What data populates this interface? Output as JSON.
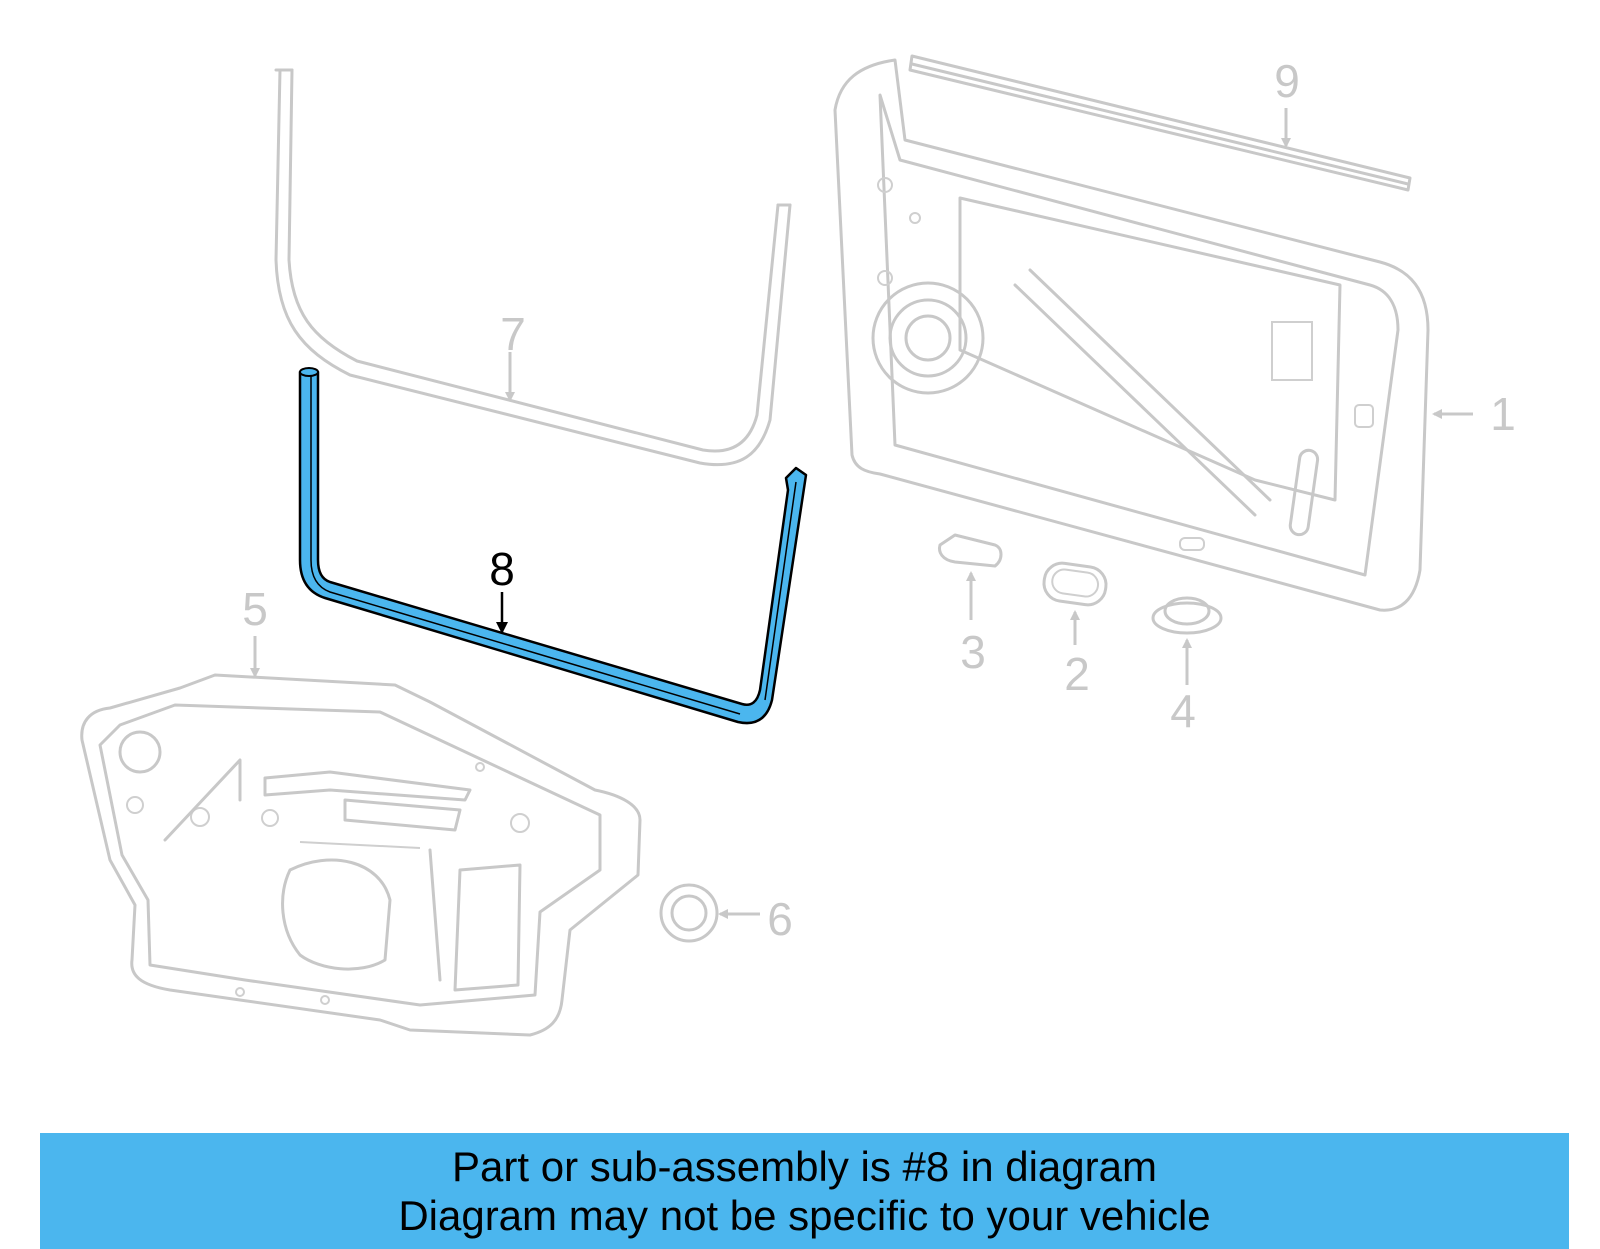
{
  "diagram": {
    "highlight_part": "8",
    "callouts": [
      {
        "id": "1",
        "text": "1",
        "highlighted": false
      },
      {
        "id": "2",
        "text": "2",
        "highlighted": false
      },
      {
        "id": "3",
        "text": "3",
        "highlighted": false
      },
      {
        "id": "4",
        "text": "4",
        "highlighted": false
      },
      {
        "id": "5",
        "text": "5",
        "highlighted": false
      },
      {
        "id": "6",
        "text": "6",
        "highlighted": false
      },
      {
        "id": "7",
        "text": "7",
        "highlighted": false
      },
      {
        "id": "8",
        "text": "8",
        "highlighted": true
      },
      {
        "id": "9",
        "text": "9",
        "highlighted": false
      }
    ]
  },
  "banner": {
    "line1": "Part or sub-assembly is #8 in diagram",
    "line2": "Diagram may not be specific to your vehicle"
  },
  "colors": {
    "banner_bg": "#4bb6ee",
    "highlight_fill": "#4bb6ee",
    "outline_dim": "#c8c8c8",
    "outline_dark": "#000000"
  }
}
